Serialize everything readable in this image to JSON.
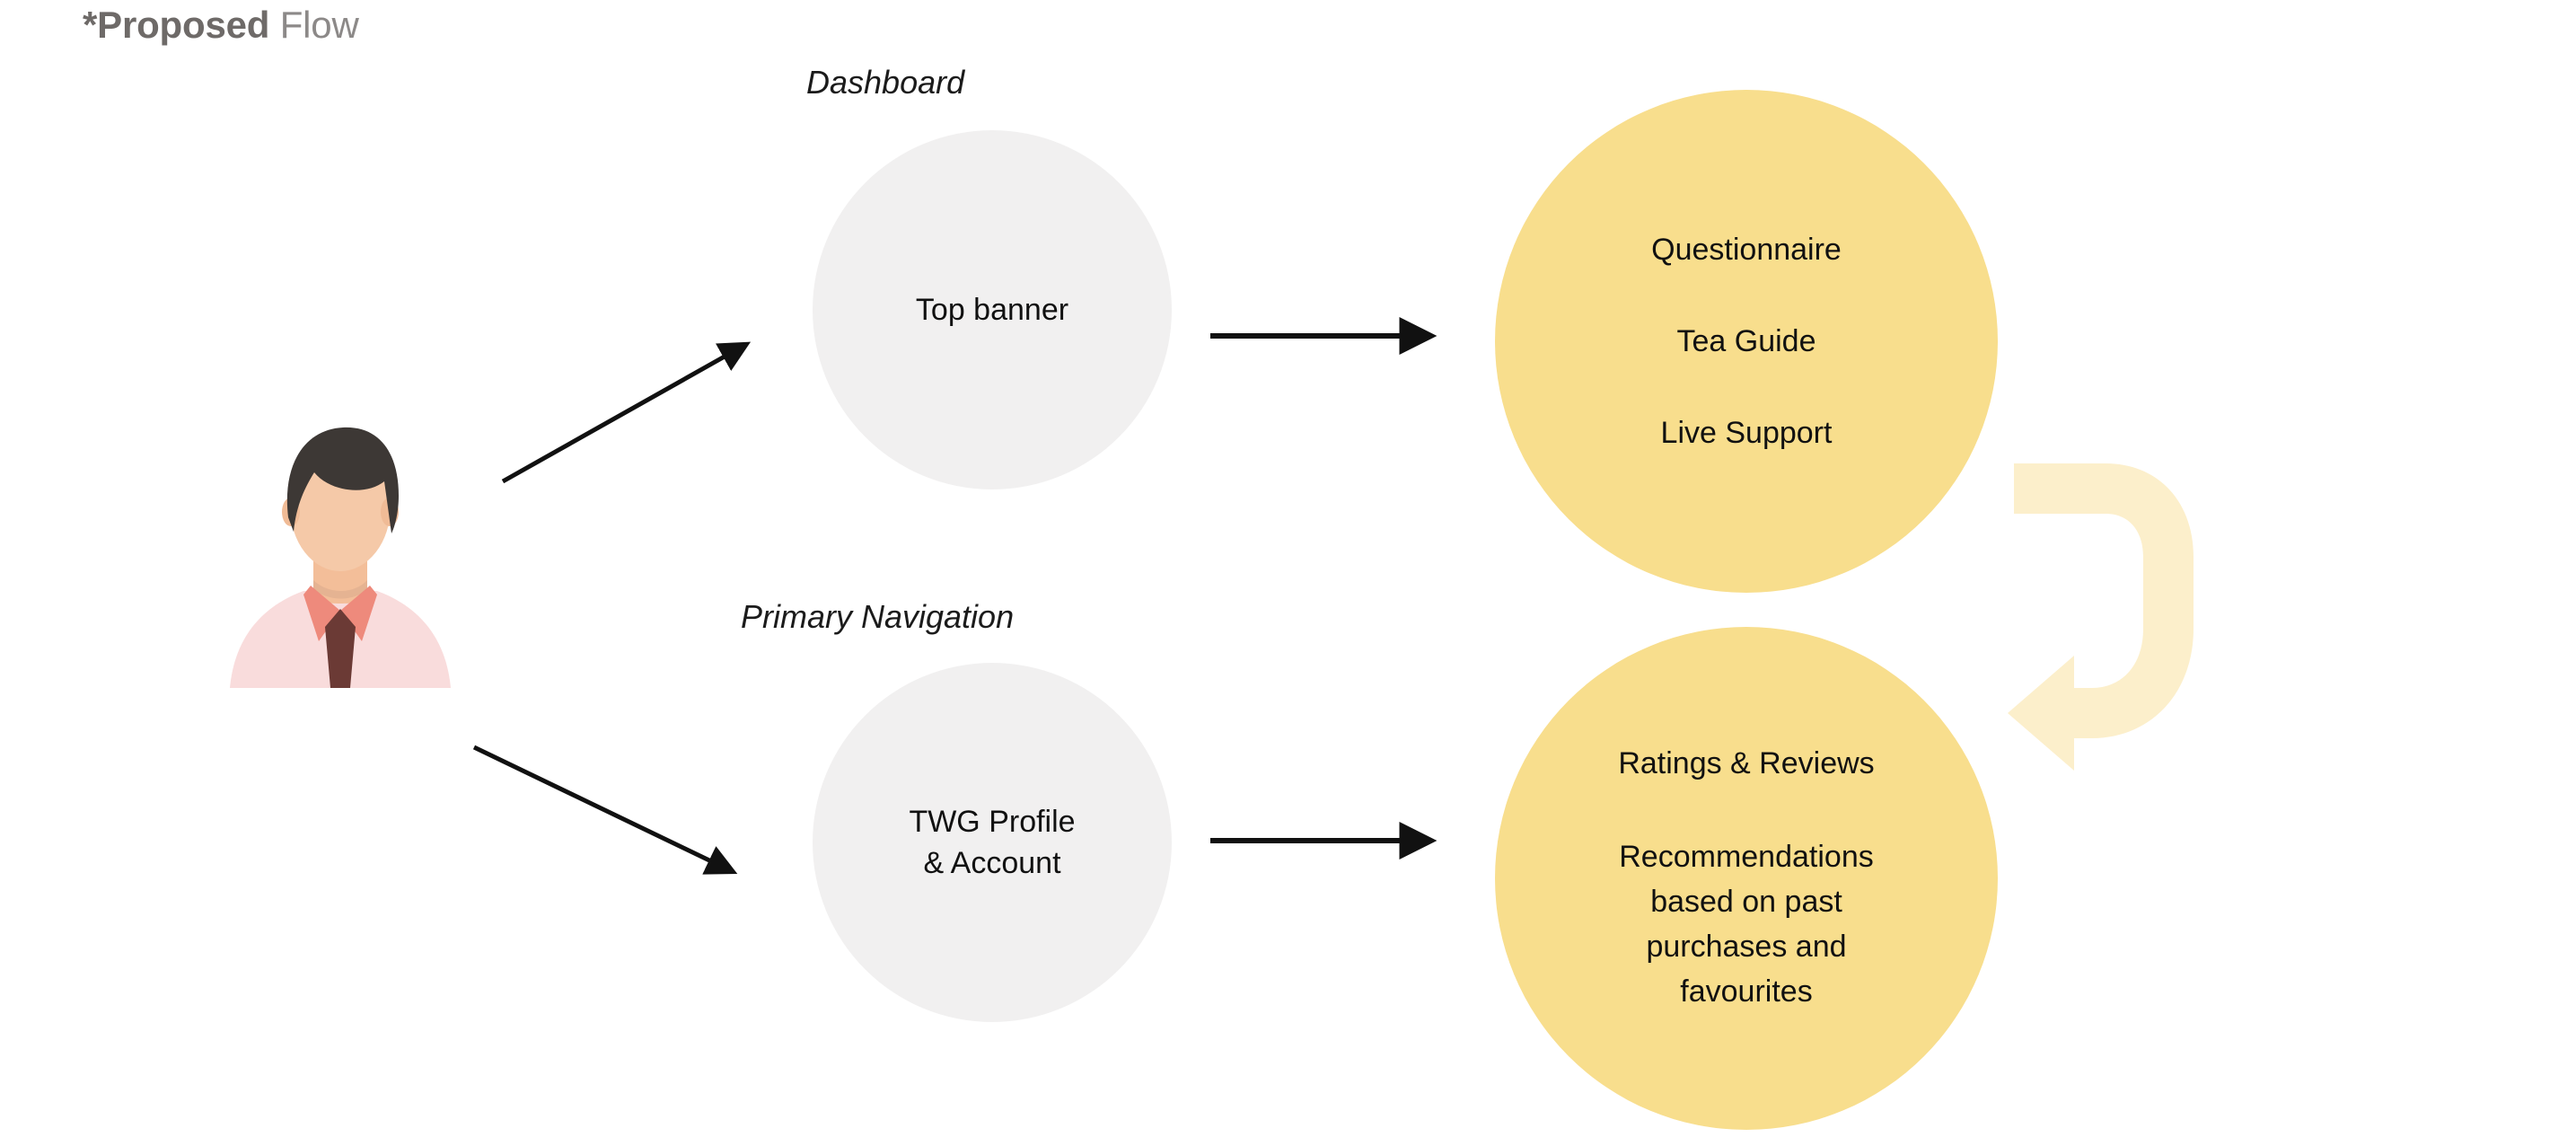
{
  "slide": {
    "title_strong": "*Proposed",
    "title_light": " Flow"
  },
  "colors": {
    "background": "#ffffff",
    "title_text": "#6E6A68",
    "grey_circle": "#F1F0F0",
    "yellow_circle": "#F8DE8D",
    "loop_arrow": "#FCEFCB",
    "arrow_stroke": "#111111",
    "body_text": "#111111",
    "avatar_hair": "#3D3835",
    "avatar_skin": "#F5C9A8",
    "avatar_shirt": "#F9DCDC",
    "avatar_collar": "#EE8A7C",
    "avatar_tie": "#6B3A35"
  },
  "flow": {
    "actor": {
      "label": "user-avatar"
    },
    "rows": [
      {
        "caption": "Dashboard",
        "entry_node": {
          "lines": [
            "Top banner"
          ]
        },
        "outcome_node": {
          "items": [
            "Questionnaire",
            "Tea Guide",
            "Live Support"
          ]
        }
      },
      {
        "caption": "Primary Navigation",
        "entry_node": {
          "lines": [
            "TWG Profile",
            "& Account"
          ]
        },
        "outcome_node": {
          "items": [
            "Ratings & Reviews",
            "Recommendations based on past purchases and favourites"
          ]
        }
      }
    ],
    "connectors": [
      {
        "name": "actor-to-dashboard",
        "type": "diagonal-up-right"
      },
      {
        "name": "actor-to-primary-nav",
        "type": "diagonal-down-right"
      },
      {
        "name": "top-banner-to-features",
        "type": "horizontal-right"
      },
      {
        "name": "twg-profile-to-features",
        "type": "horizontal-right"
      },
      {
        "name": "features-loop-back",
        "type": "curved-hook-left"
      }
    ]
  }
}
